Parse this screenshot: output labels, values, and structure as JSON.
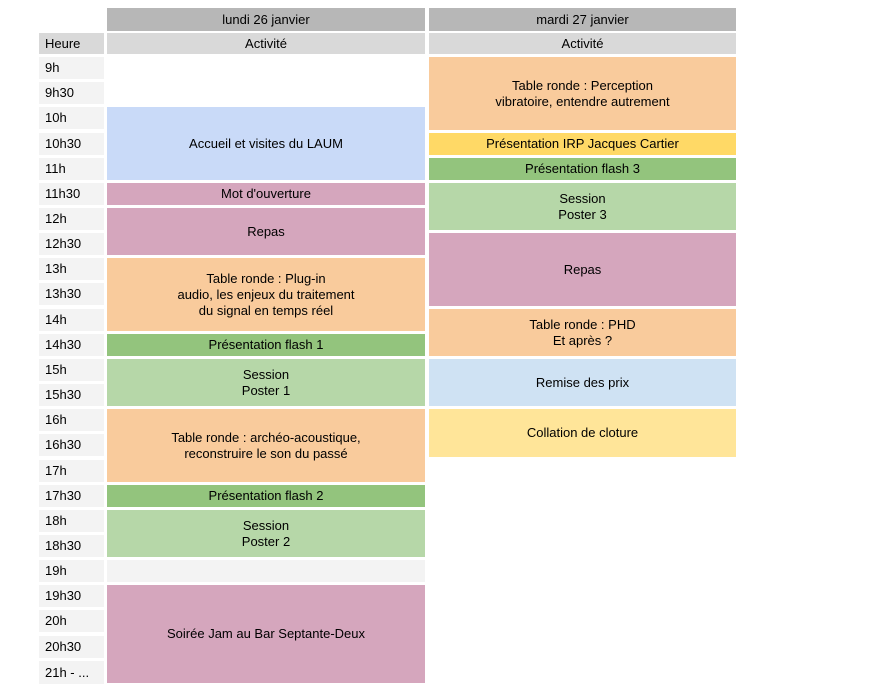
{
  "header": {
    "hour_col_label": "Heure",
    "monday_title": "lundi 26 janvier",
    "tuesday_title": "mardi 27 janvier",
    "activity_label": "Activité"
  },
  "times": [
    "9h",
    "9h30",
    "10h",
    "10h30",
    "11h",
    "11h30",
    "12h",
    "12h30",
    "13h",
    "13h30",
    "14h",
    "14h30",
    "15h",
    "15h30",
    "16h",
    "16h30",
    "17h",
    "17h30",
    "18h",
    "18h30",
    "19h",
    "19h30",
    "20h",
    "20h30",
    "21h - ..."
  ],
  "colors": {
    "day_header": "#b7b7b7",
    "sub_header": "#d9d9d9",
    "time_cell": "#f3f3f3",
    "blue": "#c9daf8",
    "light_blue": "#cfe2f3",
    "pink": "#d5a6bd",
    "orange": "#f9cb9c",
    "green": "#93c47d",
    "light_green": "#b6d7a8",
    "yellow": "#ffd966",
    "light_yellow": "#ffe599"
  },
  "monday": {
    "blocks": [
      {
        "label": "Accueil et visites du LAUM",
        "color": "#c9daf8",
        "time": "10h-11h30"
      },
      {
        "label": "Mot d'ouverture",
        "color": "#d5a6bd",
        "time": "11h30-12h"
      },
      {
        "label": "Repas",
        "color": "#d5a6bd",
        "time": "12h-13h"
      },
      {
        "label": "Table ronde : Plug-in\naudio, les enjeux du traitement\ndu signal en temps réel",
        "color": "#f9cb9c",
        "time": "13h-14h30"
      },
      {
        "label": "Présentation flash 1",
        "color": "#93c47d",
        "time": "14h30-15h"
      },
      {
        "label": "Session\nPoster 1",
        "color": "#b6d7a8",
        "time": "15h-16h"
      },
      {
        "label": "Table ronde : archéo-acoustique,\nreconstruire le son du passé",
        "color": "#f9cb9c",
        "time": "16h-17h30"
      },
      {
        "label": "Présentation flash 2",
        "color": "#93c47d",
        "time": "17h30-18h"
      },
      {
        "label": "Session\nPoster 2",
        "color": "#b6d7a8",
        "time": "18h-19h"
      },
      {
        "label": "",
        "color": "#f3f3f3",
        "time": "19h-19h30"
      },
      {
        "label": "Soirée Jam au Bar Septante-Deux",
        "color": "#d5a6bd",
        "time": "19h30-21h..."
      }
    ]
  },
  "tuesday": {
    "blocks": [
      {
        "label": "Table ronde : Perception\nvibratoire, entendre autrement",
        "color": "#f9cb9c",
        "time": "9h-10h30"
      },
      {
        "label": "Présentation IRP Jacques Cartier",
        "color": "#ffd966",
        "time": "10h30-11h"
      },
      {
        "label": "Présentation flash 3",
        "color": "#93c47d",
        "time": "11h-11h30"
      },
      {
        "label": "Session\nPoster 3",
        "color": "#b6d7a8",
        "time": "11h30-12h30"
      },
      {
        "label": "Repas",
        "color": "#d5a6bd",
        "time": "12h30-14h"
      },
      {
        "label": "Table ronde : PHD\nEt après ?",
        "color": "#f9cb9c",
        "time": "14h-15h"
      },
      {
        "label": "Remise des prix",
        "color": "#cfe2f3",
        "time": "15h-16h"
      },
      {
        "label": "Collation de cloture",
        "color": "#ffe599",
        "time": "16h-17h"
      }
    ]
  }
}
